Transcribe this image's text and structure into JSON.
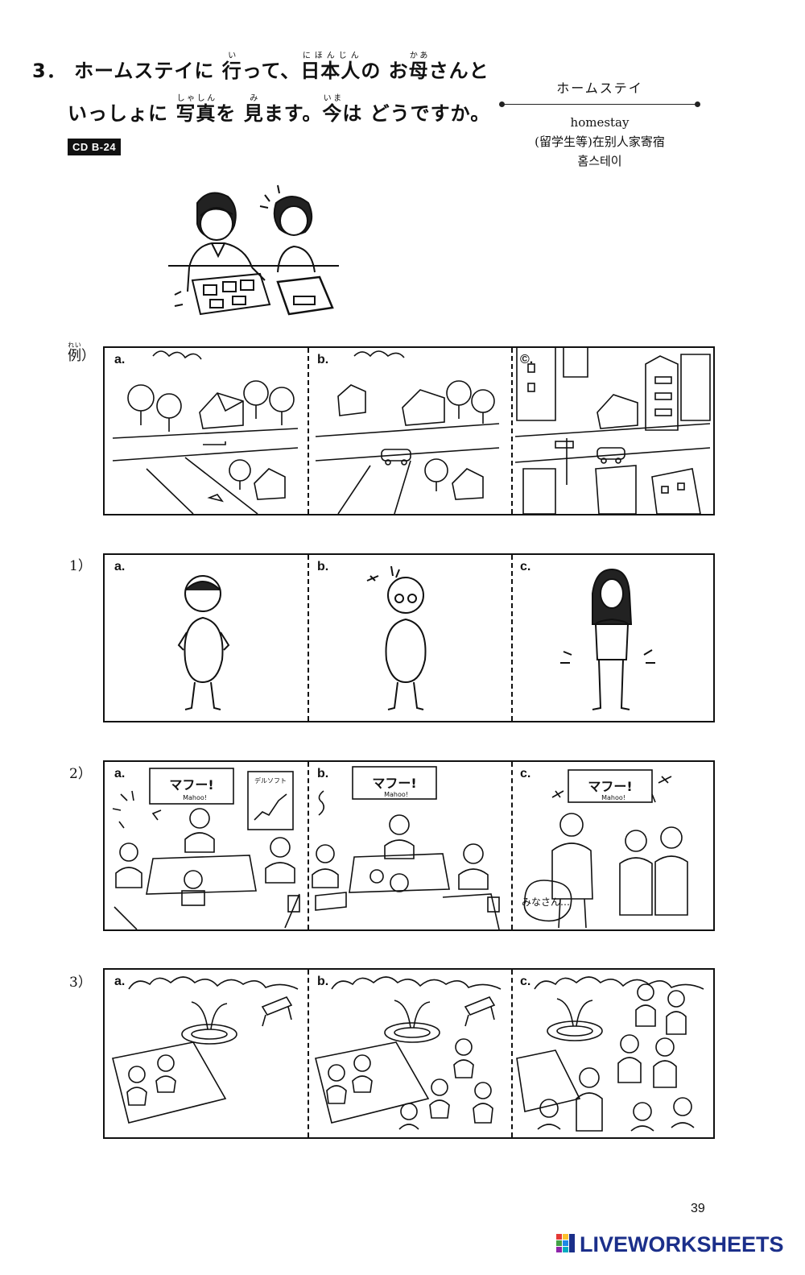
{
  "question": {
    "number": "3．",
    "line1": [
      {
        "t": "ホームステイに "
      },
      {
        "t": "行",
        "r": "い"
      },
      {
        "t": "って、"
      },
      {
        "t": "日本人",
        "r": "にほんじん"
      },
      {
        "t": "の お"
      },
      {
        "t": "母",
        "r": "かあ"
      },
      {
        "t": "さんと"
      }
    ],
    "line2": [
      {
        "t": "いっしょに "
      },
      {
        "t": "写真",
        "r": "しゃしん"
      },
      {
        "t": "を "
      },
      {
        "t": "見",
        "r": "み"
      },
      {
        "t": "ます。"
      },
      {
        "t": "今",
        "r": "いま"
      },
      {
        "t": "は どうですか。"
      }
    ]
  },
  "cd_label": "CD B-24",
  "glossary": {
    "term": "ホームステイ",
    "english": "homestay",
    "chinese": "(留学生等)在别人家寄宿",
    "korean": "홈스테이"
  },
  "example_label": {
    "kanji": "例",
    "ruby": "れい",
    "paren": "）"
  },
  "rows": [
    {
      "label": "例",
      "letters": [
        "a.",
        "b.",
        "©."
      ]
    },
    {
      "label": "1）",
      "letters": [
        "a.",
        "b.",
        "c."
      ]
    },
    {
      "label": "2）",
      "letters": [
        "a.",
        "b.",
        "c."
      ]
    },
    {
      "label": "3）",
      "letters": [
        "a.",
        "b.",
        "c."
      ]
    }
  ],
  "row2_signs": {
    "text": "マフー!",
    "sub": "Mahoo!",
    "chart_sign": "デルソフト",
    "bubble": "みなさん…"
  },
  "page_number": "39",
  "brand": "LIVEWORKSHEETS"
}
